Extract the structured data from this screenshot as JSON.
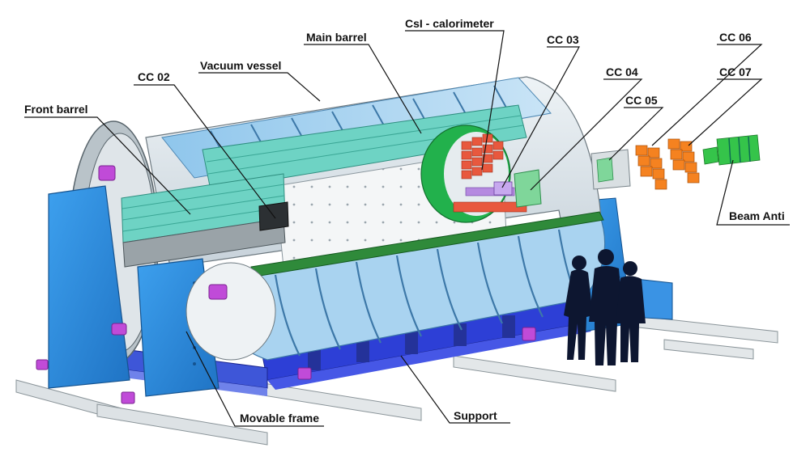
{
  "labels": {
    "front_barrel": "Front barrel",
    "cc02": "CC 02",
    "vacuum_vessel": "Vacuum vessel",
    "main_barrel": "Main barrel",
    "csi_calorimeter": "CsI - calorimeter",
    "cc03": "CC 03",
    "cc04": "CC 04",
    "cc05": "CC 05",
    "cc06": "CC 06",
    "cc07": "CC 07",
    "beam_anti": "Beam Anti",
    "movable_frame": "Movable frame",
    "support": "Support"
  },
  "colors": {
    "frame_blue": "#2f8fe0",
    "vessel_light": "#dfe8ee",
    "barrel_teal": "#6ed3c4",
    "calorimeter_red": "#e8583e",
    "ring_green": "#22b14c",
    "detector_orange": "#f58220",
    "detector_green": "#35c44a",
    "support_blue": "#2d3fd6",
    "actuator_magenta": "#c04bd8",
    "silhouette": "#0d1630"
  }
}
